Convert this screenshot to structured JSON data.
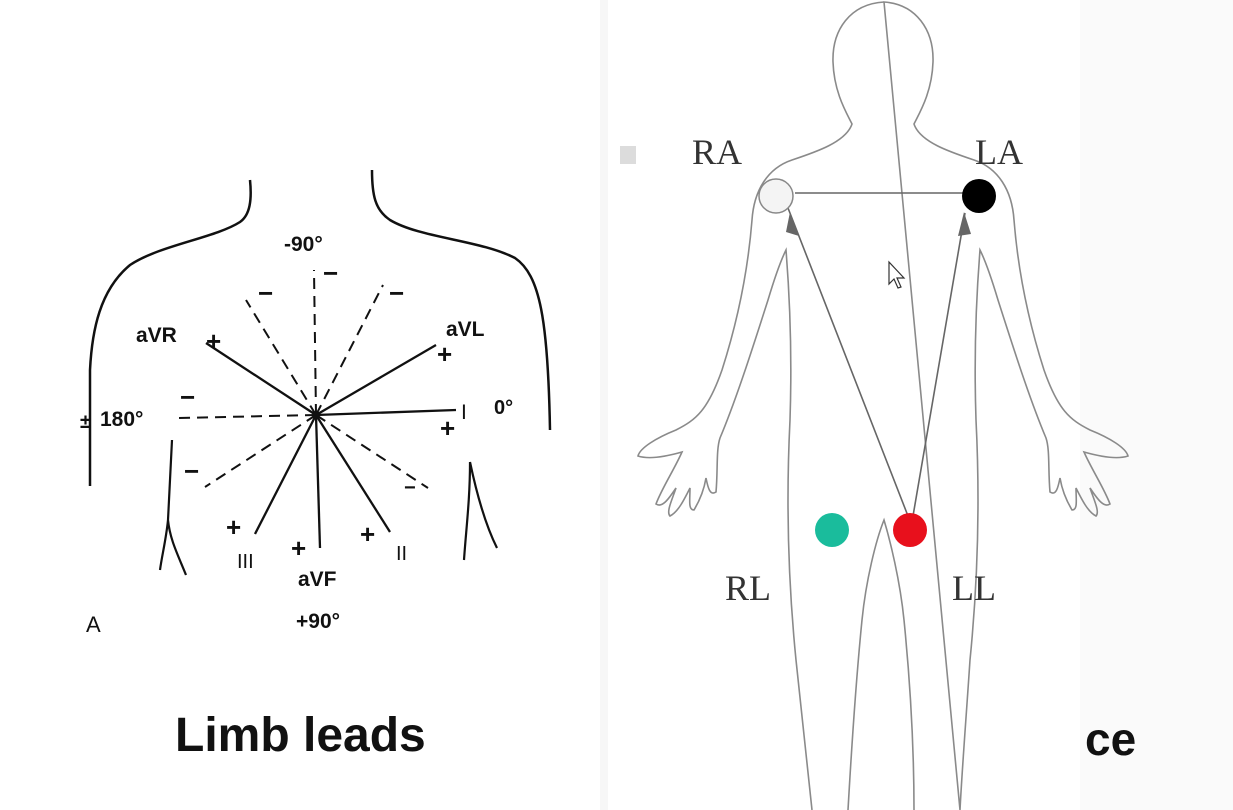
{
  "hexaxial": {
    "panel_letter": "A",
    "angles": {
      "top": "-90°",
      "right": "0°",
      "left": "180°",
      "bottom": "+90°"
    },
    "leads": {
      "aVR": "aVR",
      "aVL": "aVL",
      "I": "I",
      "II": "II",
      "III": "III",
      "aVF": "aVF"
    },
    "signs": {
      "plus": "+",
      "minus": "−",
      "plusminus": "±"
    }
  },
  "einthoven": {
    "electrodes": {
      "RA": "RA",
      "LA": "LA",
      "RL": "RL",
      "LL": "LL"
    },
    "colors": {
      "RA": "#f4f4f4",
      "LA": "#000000",
      "RL": "#1abc9c",
      "LL": "#e8101c"
    }
  },
  "captions": {
    "left": "Limb leads",
    "right_partial": "ce"
  }
}
